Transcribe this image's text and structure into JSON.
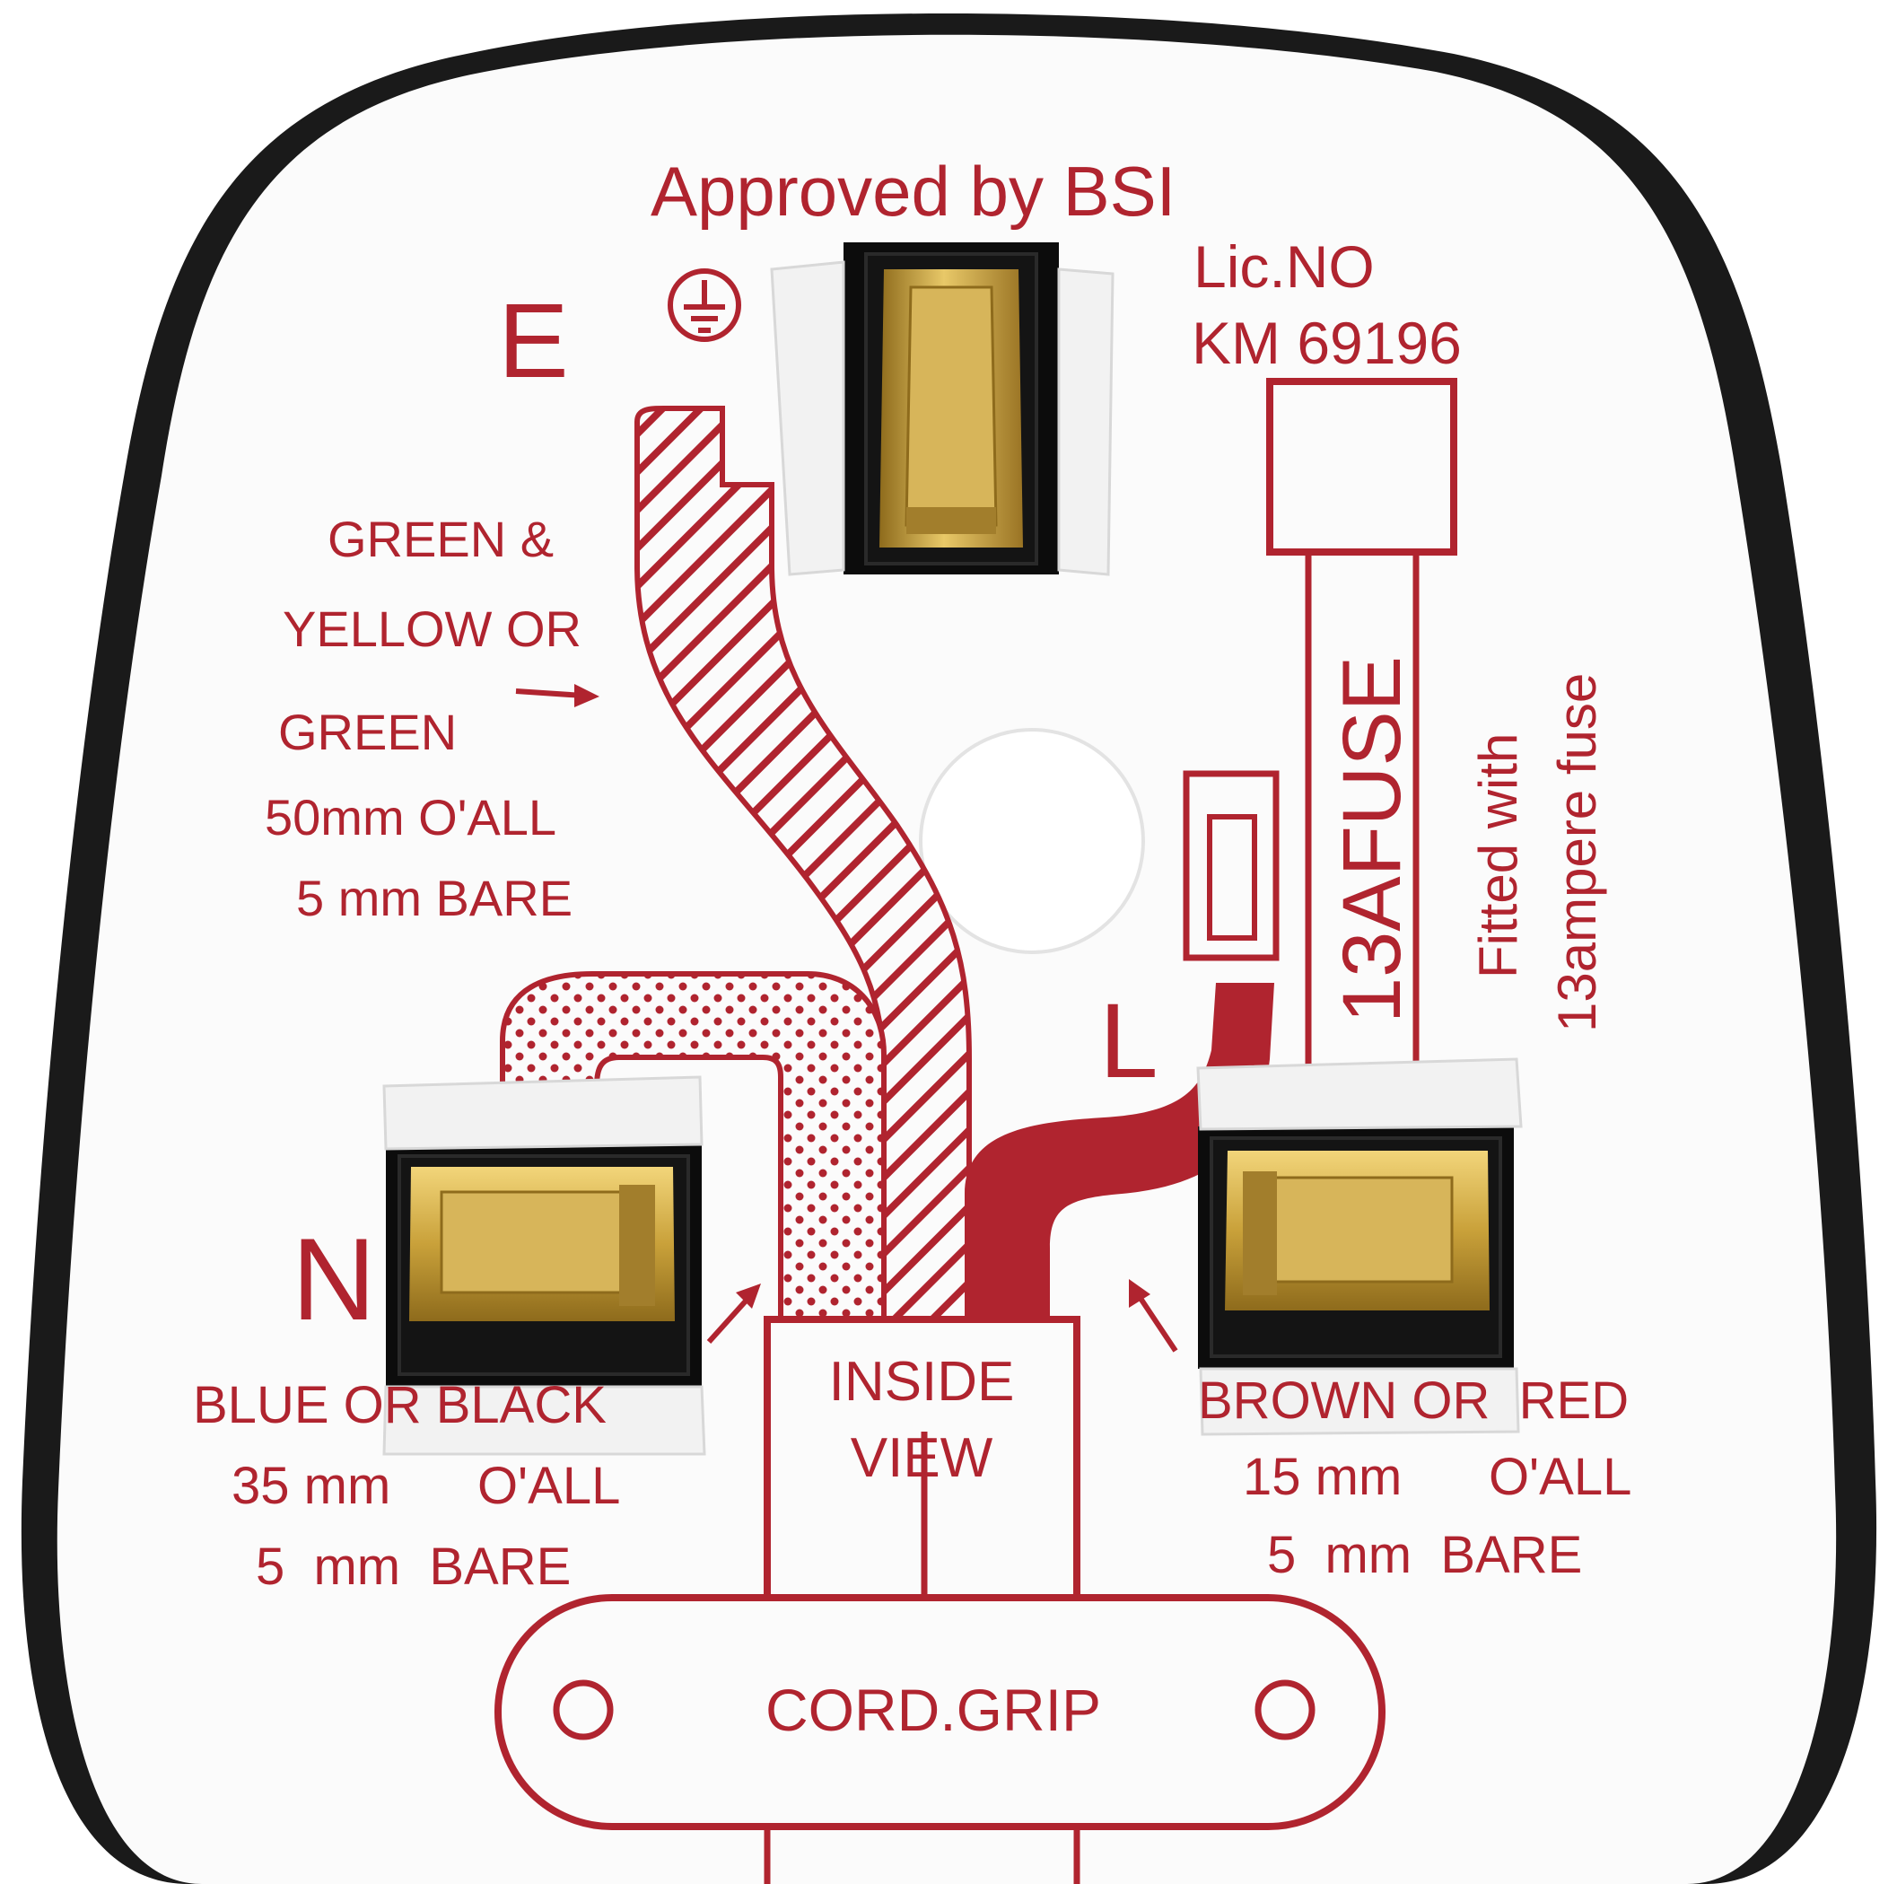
{
  "colors": {
    "print_red": "#b0242f",
    "plug_body": "#1a1a1a",
    "label_white": "#fbfbfb",
    "brass": "#c9a13a",
    "brass_dark": "#8e6b1c"
  },
  "header": {
    "approval": "Approved by BSI",
    "licence_label": "Lic.NO",
    "licence_number": "KM 69196"
  },
  "terminals": {
    "earth": {
      "letter": "E",
      "icon": "earth-ground-icon"
    },
    "neutral": {
      "letter": "N"
    },
    "live": {
      "letter": "L"
    }
  },
  "earth_wire": {
    "line1": "GREEN &",
    "line2": "YELLOW OR",
    "line3": "GREEN",
    "line4": "50mm  O'ALL",
    "line5": "5 mm  BARE"
  },
  "neutral_wire": {
    "line1": "BLUE OR BLACK",
    "line2": "35 mm      O'ALL",
    "line3": "5  mm  BARE"
  },
  "live_wire": {
    "line1": "BROWN OR  RED",
    "line2": "15 mm      O'ALL",
    "line3": "5  mm  BARE"
  },
  "fuse": {
    "label": "13AFUSE",
    "note_line1": "Fitted with",
    "note_line2": "13ampere fuse"
  },
  "inside_view": {
    "line1": "INSIDE",
    "line2": "VIEW"
  },
  "cord_grip": {
    "label": "CORD.GRIP"
  }
}
